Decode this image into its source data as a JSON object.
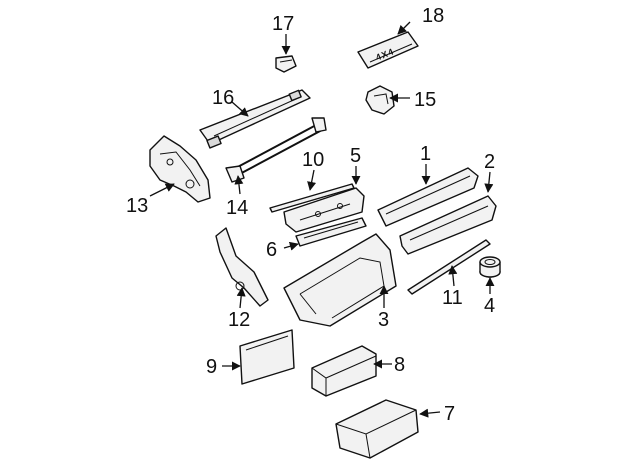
{
  "diagram": {
    "callouts": [
      "1",
      "2",
      "3",
      "4",
      "5",
      "6",
      "7",
      "8",
      "9",
      "10",
      "11",
      "12",
      "13",
      "14",
      "15",
      "16",
      "17",
      "18"
    ],
    "emblem_text": "4X4"
  }
}
